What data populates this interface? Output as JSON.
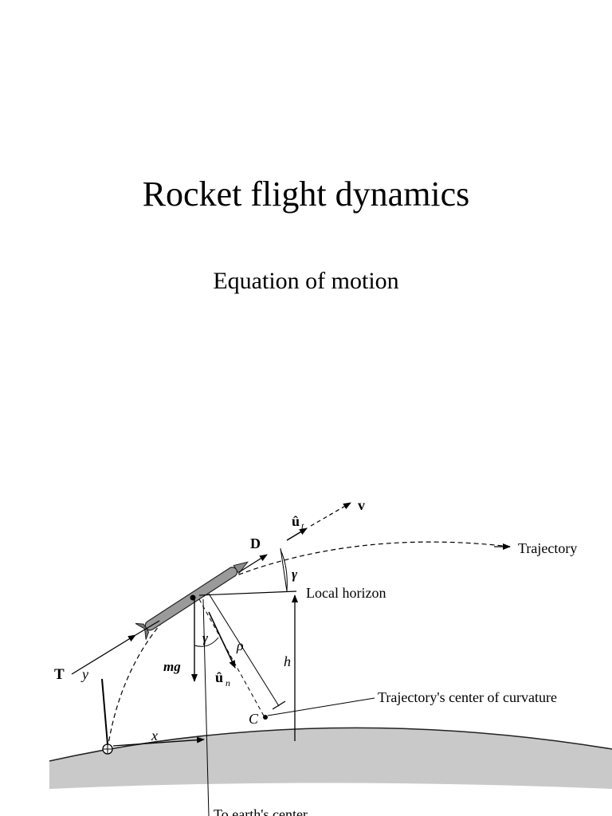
{
  "slide": {
    "title": "Rocket flight dynamics",
    "subtitle": "Equation of motion"
  },
  "figure": {
    "labels": {
      "v": "v",
      "u_t": "û",
      "u_t_sub": "t",
      "D": "D",
      "trajectory": "Trajectory",
      "gamma_top": "γ",
      "local_horizon": "Local horizon",
      "T": "T",
      "y": "y",
      "mg": "mg",
      "gamma_mid": "γ",
      "rho": "ρ",
      "u_n": "û",
      "u_n_sub": "n",
      "h": "h",
      "center_of_curvature": "Trajectory's center of curvature",
      "C": "C",
      "x": "x",
      "earth_center": "To earth's center"
    }
  }
}
